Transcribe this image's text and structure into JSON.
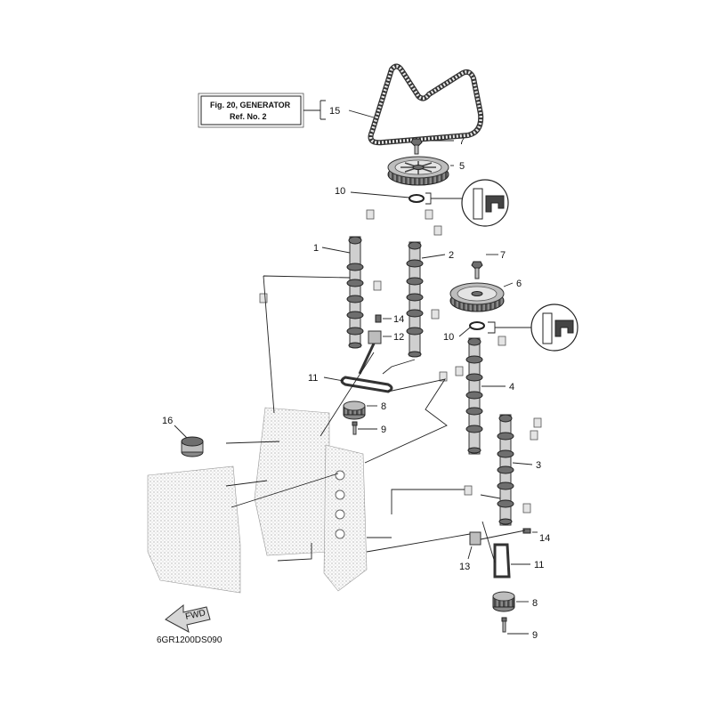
{
  "reference_box": {
    "line1": "Fig. 20, GENERATOR",
    "line2": "Ref. No. 2"
  },
  "callouts": {
    "c15": "15",
    "c7a": "7",
    "c5": "5",
    "c10a": "10",
    "c1": "1",
    "c2": "2",
    "c7b": "7",
    "c6": "6",
    "c14a": "14",
    "c12": "12",
    "c10b": "10",
    "c11a": "11",
    "c4": "4",
    "c8a": "8",
    "c9a": "9",
    "c16": "16",
    "c3": "3",
    "c14b": "14",
    "c13": "13",
    "c11b": "11",
    "c8b": "8",
    "c9b": "9"
  },
  "fwd_label": "FWD",
  "diagram_code": "6GR1200DS090"
}
